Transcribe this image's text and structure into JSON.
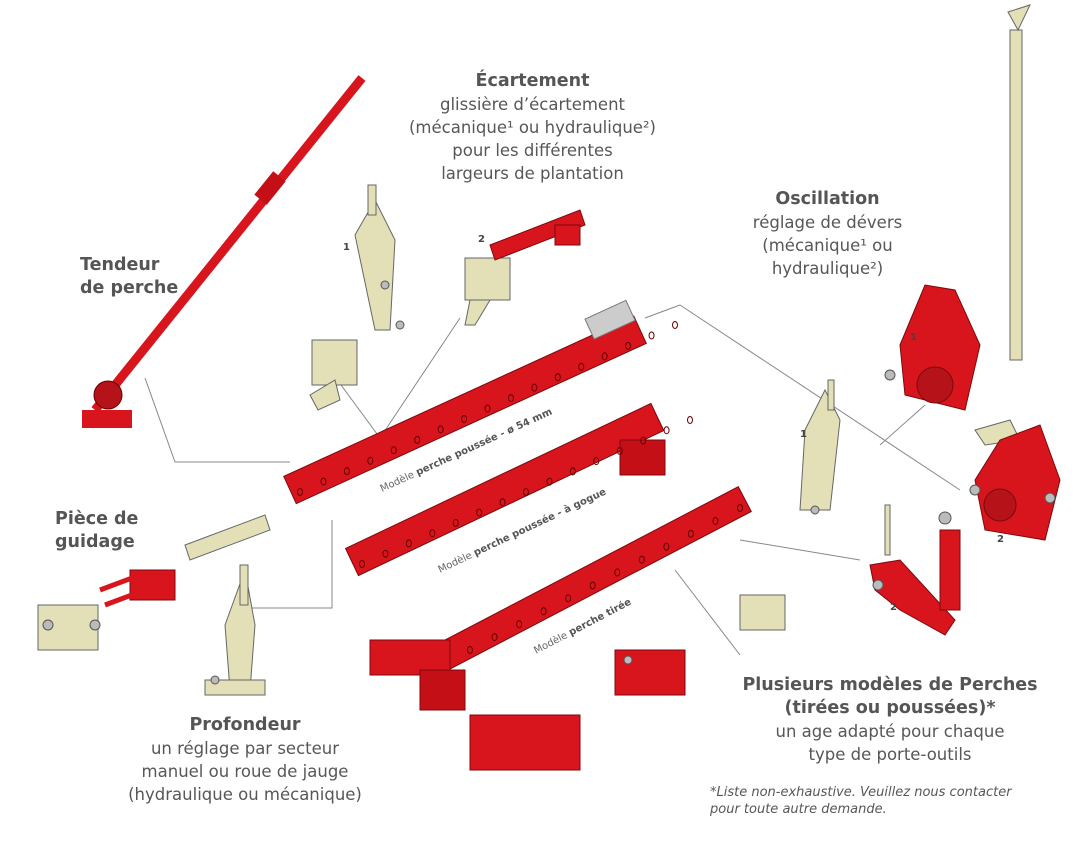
{
  "ecartement": {
    "title": "Écartement",
    "lines": [
      "glissière d’écartement",
      "(mécanique¹ ou hydraulique²)",
      "pour les différentes",
      "largeurs de plantation"
    ]
  },
  "tendeur": {
    "lines": [
      "Tendeur",
      "de perche"
    ]
  },
  "oscillation": {
    "title": "Oscillation",
    "lines": [
      "réglage de dévers",
      "(mécanique¹ ou",
      "hydraulique²)"
    ]
  },
  "guidage": {
    "lines": [
      "Pièce de",
      "guidage"
    ]
  },
  "profondeur": {
    "title": "Profondeur",
    "lines": [
      "un réglage par secteur",
      "manuel ou roue de jauge",
      "(hydraulique ou mécanique)"
    ]
  },
  "perches": {
    "title_lines": [
      "Plusieurs modèles de Perches",
      "(tirées ou poussées)*"
    ],
    "lines": [
      "un age adapté pour chaque",
      "type de porte-outils"
    ]
  },
  "footnote": {
    "lines": [
      "*Liste non-exhaustive. Veuillez nous contacter",
      "pour toute autre demande."
    ]
  },
  "models": [
    {
      "prefix": "Modèle ",
      "bold": "perche poussée - ø 54 mm"
    },
    {
      "prefix": "Modèle ",
      "bold": "perche poussée - à gogue"
    },
    {
      "prefix": "Modèle ",
      "bold": "perche tirée"
    }
  ],
  "numbers": {
    "one": "1",
    "two": "2"
  },
  "colors": {
    "red": "#d8141c",
    "beige": "#e3e0b8",
    "text": "#575757"
  }
}
